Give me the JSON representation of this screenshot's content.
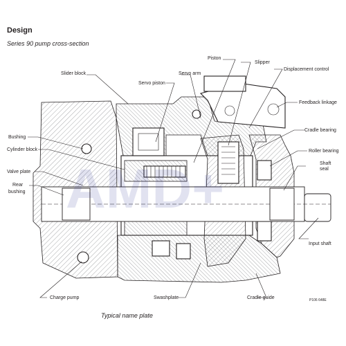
{
  "header": {
    "title": "Design",
    "subtitle": "Series 90 pump cross-section"
  },
  "labels": {
    "piston": "Piston",
    "slipper": "Slipper",
    "servo_arm": "Servo arm",
    "displacement_control": "Displacement control",
    "slider_block": "Slider block",
    "servo_piston": "Servo piston",
    "feedback_linkage": "Feedback linkage",
    "bushing": "Bushing",
    "cradle_bearing": "Cradle bearing",
    "cylinder_block": "Cylinder block",
    "roller_bearing": "Roller bearing",
    "shaft": "Shaft",
    "seal": "seal",
    "valve_plate": "Valve plate",
    "rear": "Rear",
    "bushing_rear": "bushing",
    "input_shaft": "Input shaft",
    "charge_pump": "Charge pump",
    "swashplate": "Swashplate",
    "cradle_guide": "Cradle guide"
  },
  "watermark": "AMD+",
  "figure_code": "P106 648E",
  "footer": "Typical name plate"
}
